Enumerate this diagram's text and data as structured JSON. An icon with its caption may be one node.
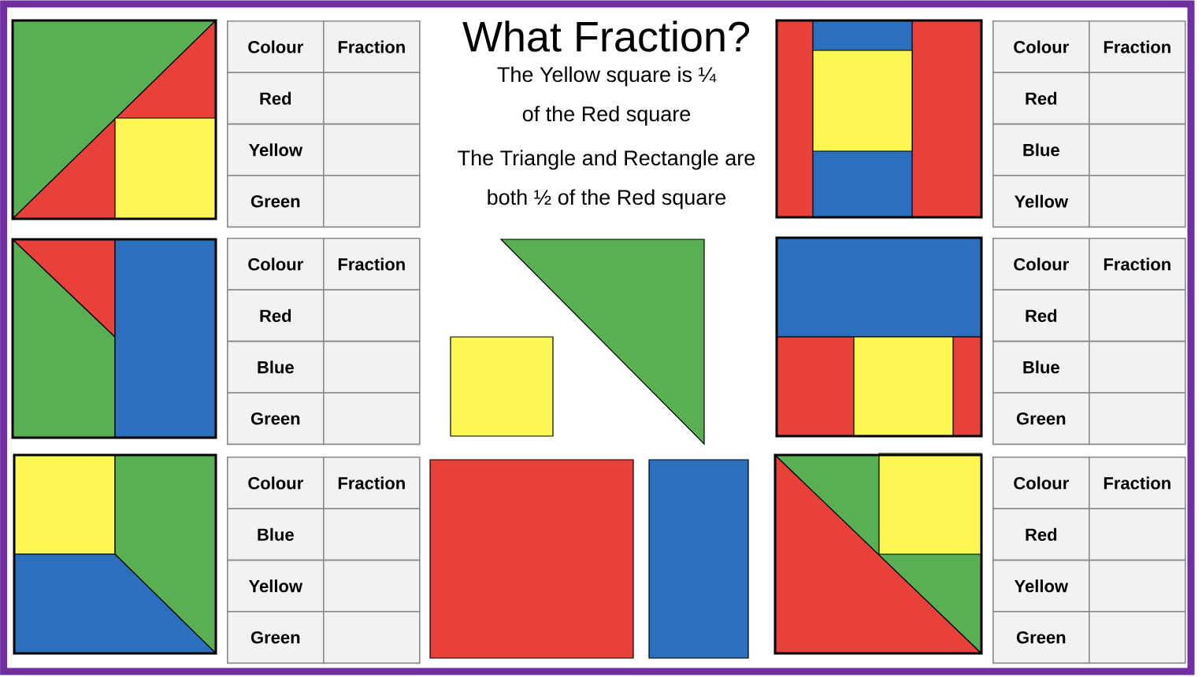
{
  "diagram": {
    "title": "What Fraction?",
    "nodes": [
      {
        "text": [],
        "shape": "picture"
      },
      {
        "text": [],
        "shape": "picture"
      },
      {
        "text": [],
        "shape": "picture"
      },
      {
        "text": [],
        "shape": "box"
      },
      {
        "text": [],
        "shape": "triangle"
      },
      {
        "text": [],
        "shape": "picture"
      },
      {
        "text": [],
        "shape": "picture"
      },
      {
        "text": [],
        "shape": "box"
      },
      {
        "text": [],
        "shape": "box"
      },
      {
        "text": [],
        "shape": "picture"
      }
    ],
    "labels": [
      "Colour",
      "Fraction",
      "Red",
      "Yellow",
      "Green",
      "The Yellow square is ¼ of the Red square",
      "The Triangle and Rectangle are both ½ of the Red square",
      "Colour",
      "Fraction",
      "Red",
      "Blue",
      "Yellow",
      "Colour",
      "Fraction",
      "Red",
      "Blue",
      "Green",
      "Colour",
      "Fraction",
      "Red",
      "Blue",
      "Green",
      "Colour",
      "Fraction",
      "Blue",
      "Yellow",
      "Green",
      "Colour",
      "Fraction",
      "Red",
      "Yellow",
      "Green"
    ]
  }
}
